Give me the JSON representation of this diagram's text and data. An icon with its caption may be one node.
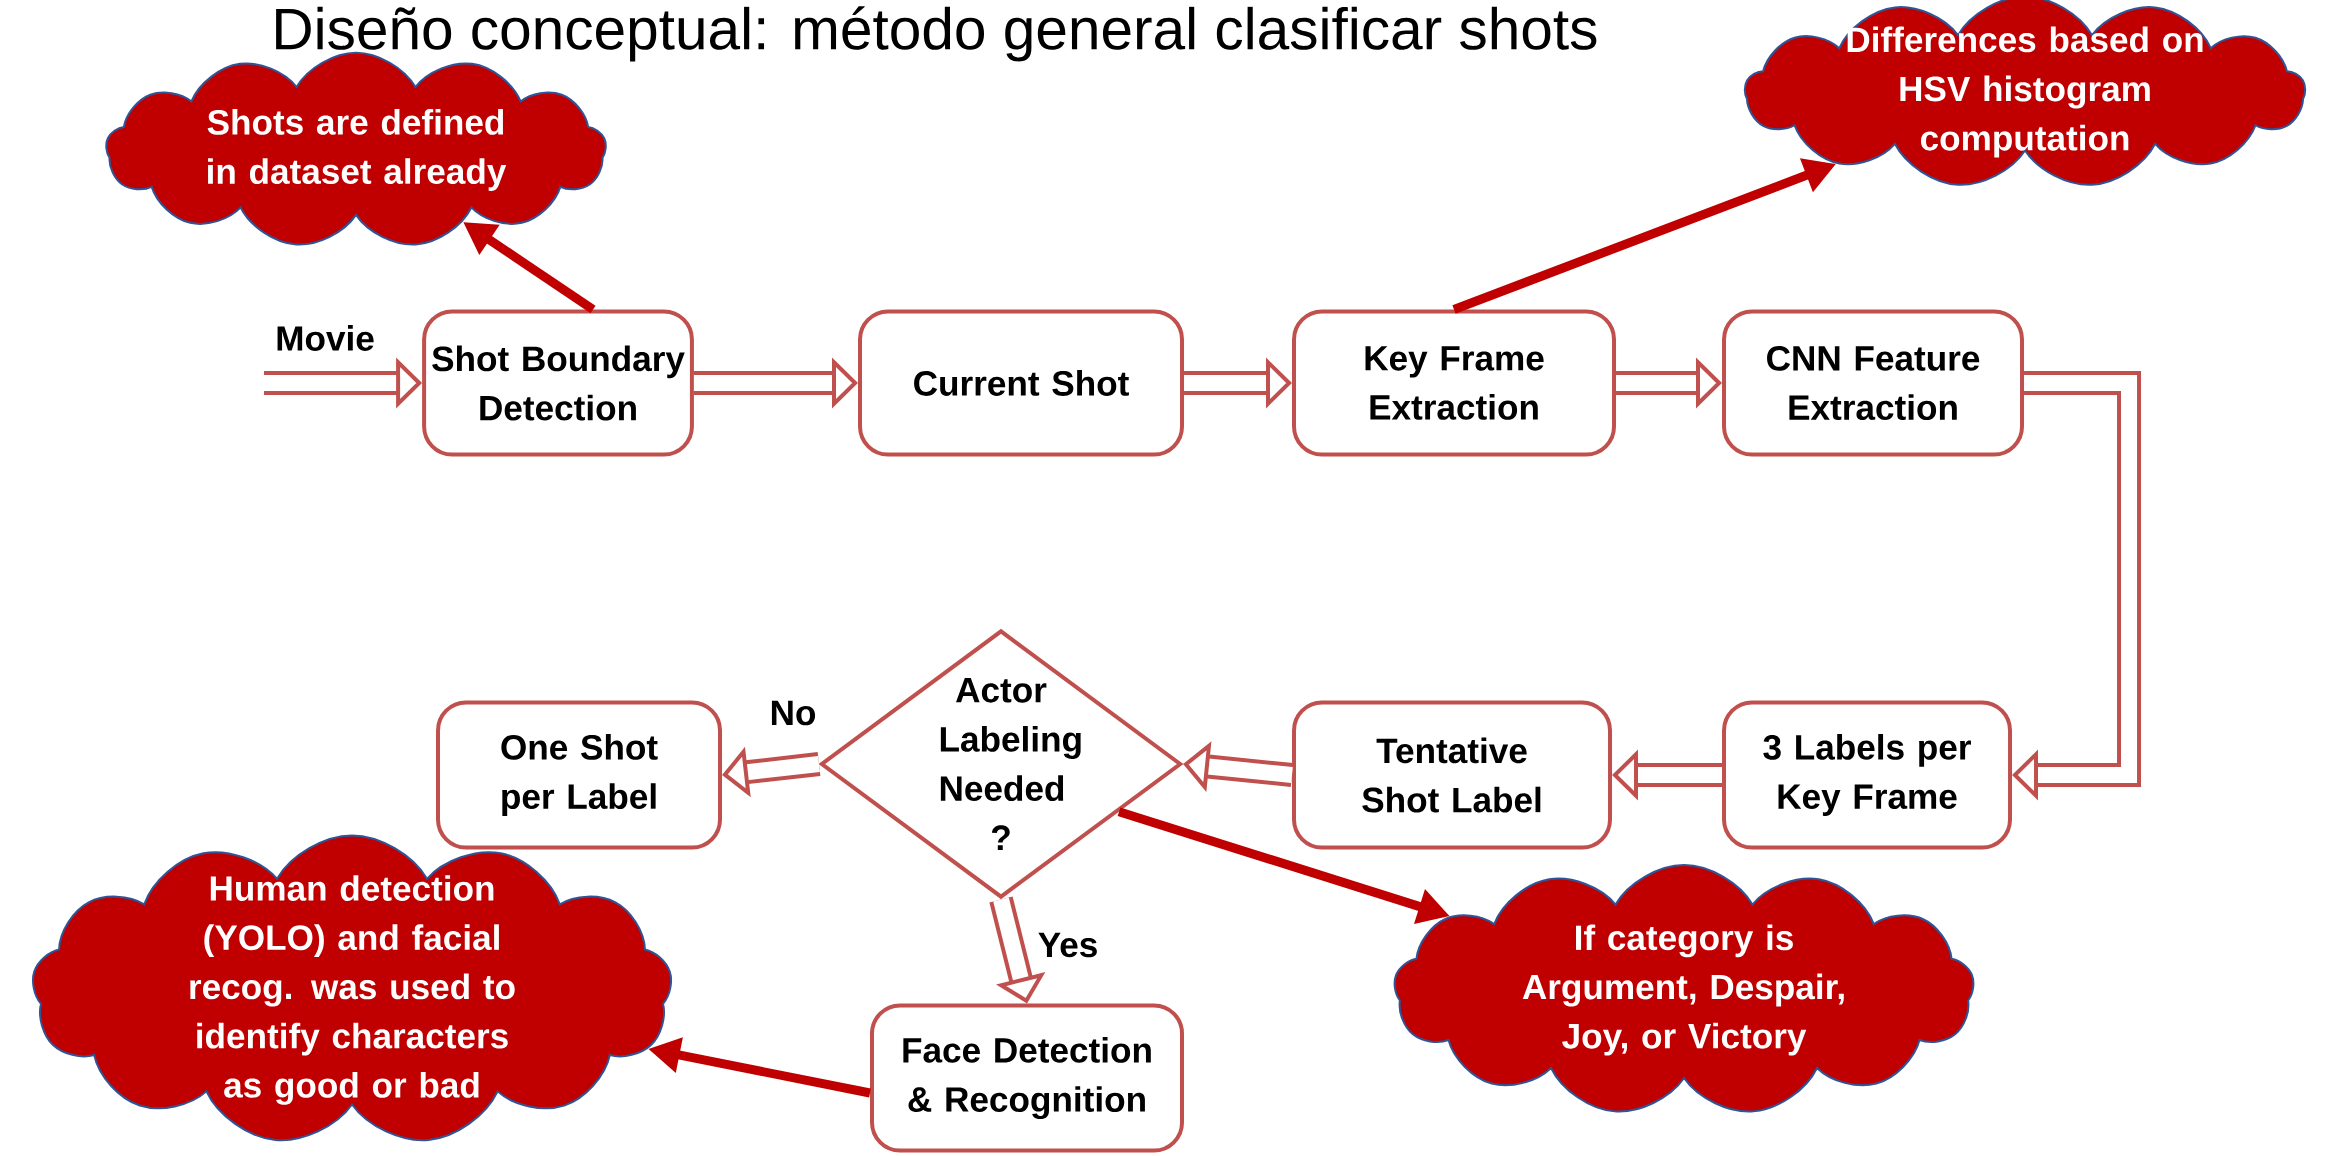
{
  "diagram": {
    "title": "Diseño conceptual: método general clasificar shots",
    "nodes": [
      {
        "text": [
          "Shots are defined in dataset already"
        ]
      },
      {
        "text": [
          "Shot Boundary Detection"
        ]
      },
      {
        "text": [
          "Current Shot"
        ]
      },
      {
        "text": [
          "Key Frame Extraction"
        ]
      },
      {
        "text": [
          "CNN Feature Extraction"
        ]
      },
      {
        "text": [
          "Differences based on HSV histogram computation"
        ]
      },
      {
        "text": [
          "3 Labels per Key Frame"
        ]
      },
      {
        "text": [
          "Tentative Shot Label"
        ]
      },
      {
        "text": [
          "Actor Labeling Needed ?"
        ]
      },
      {
        "text": [
          "One Shot per Label"
        ]
      },
      {
        "text": [
          "Human detection (YOLO) and facial recog. was used to identify characters as good or bad"
        ]
      },
      {
        "text": [
          "Face Detection & Recognition"
        ]
      },
      {
        "text": [
          "If category is Argument, Despair, Joy, or Victory"
        ]
      }
    ],
    "edges": [
      {
        "from": null,
        "to": 1,
        "arrow": "to",
        "label": "Movie"
      },
      {
        "from": 1,
        "to": 2,
        "arrow": "to"
      },
      {
        "from": 2,
        "to": 3,
        "arrow": "to"
      },
      {
        "from": 3,
        "to": 4,
        "arrow": "to"
      },
      {
        "from": 4,
        "to": 6,
        "arrow": "to"
      },
      {
        "from": 6,
        "to": 7,
        "arrow": "to"
      },
      {
        "from": 7,
        "to": 8,
        "arrow": "to"
      },
      {
        "from": 8,
        "to": 9,
        "arrow": "to",
        "label": "No"
      },
      {
        "from": 8,
        "to": 11,
        "arrow": "to",
        "label": "Yes"
      },
      {
        "from": 1,
        "to": 0,
        "arrow": "to",
        "color": "#c00000"
      },
      {
        "from": 3,
        "to": 5,
        "arrow": "to",
        "color": "#c00000"
      },
      {
        "from": 8,
        "to": 12,
        "arrow": "to",
        "color": "#c00000"
      },
      {
        "from": 11,
        "to": 10,
        "arrow": "to",
        "color": "#c00000"
      }
    ]
  }
}
